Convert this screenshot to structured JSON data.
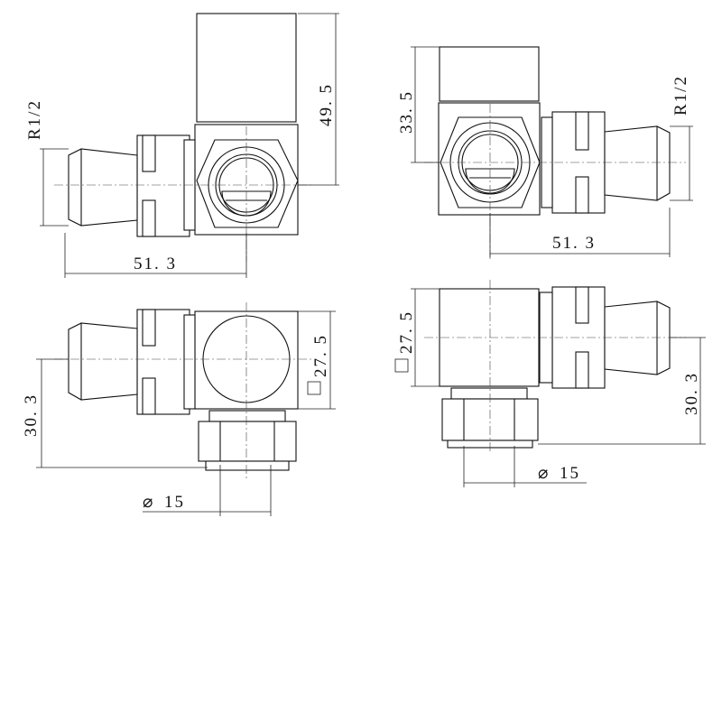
{
  "views": {
    "top_left": {
      "thread": "R1/2",
      "height": "49. 5",
      "length": "51. 3"
    },
    "top_right": {
      "thread": "R1/2",
      "height": "33. 5",
      "length": "51. 3"
    },
    "bottom_left": {
      "square": "27. 5",
      "offset": "30. 3",
      "diameter": "15"
    },
    "bottom_right": {
      "square": "27. 5",
      "offset": "30. 3",
      "diameter": "15"
    }
  },
  "symbols": {
    "diameter": "⌀"
  },
  "colors": {
    "line": "#111111",
    "background": "#ffffff"
  }
}
